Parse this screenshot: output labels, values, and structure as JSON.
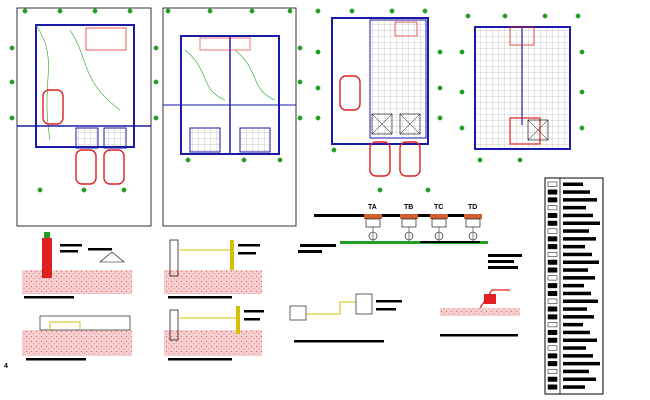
{
  "drawing": {
    "background": "#ffffff",
    "colors": {
      "wall": "#1a1aa8",
      "car": "#e02020",
      "grid": "#20a020",
      "electric": "#d4c000",
      "hatch": "#f4c4c4",
      "tile": "#9a9a9a",
      "text_bar": "#000000"
    },
    "panel_labels": [
      "TA",
      "TB",
      "TC",
      "TD"
    ],
    "corner_mark": "4"
  }
}
